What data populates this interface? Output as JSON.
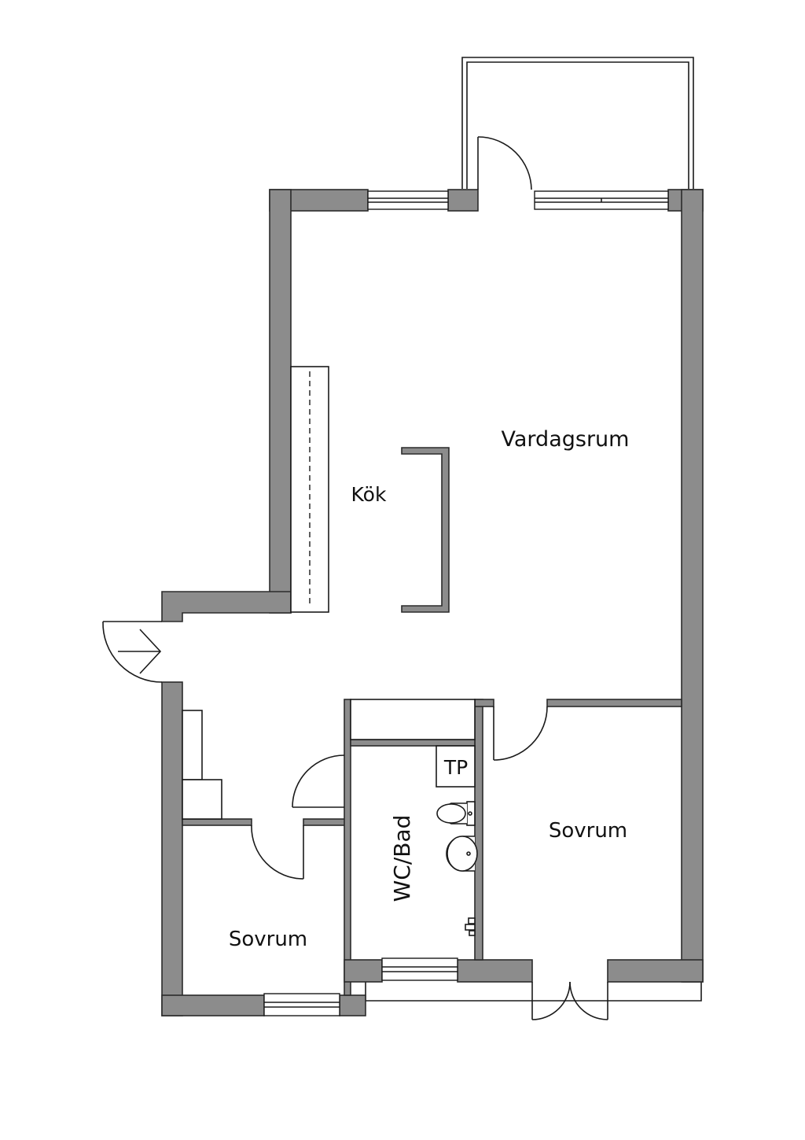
{
  "rooms": {
    "kitchen": "Kök",
    "living": "Vardagsrum",
    "bath": "WC/Bad",
    "bedroom_right": "Sovrum",
    "bedroom_left": "Sovrum",
    "tp": "TP"
  },
  "colors": {
    "wall": "#8c8c8c",
    "line": "#1a1a1a",
    "background": "#ffffff"
  }
}
